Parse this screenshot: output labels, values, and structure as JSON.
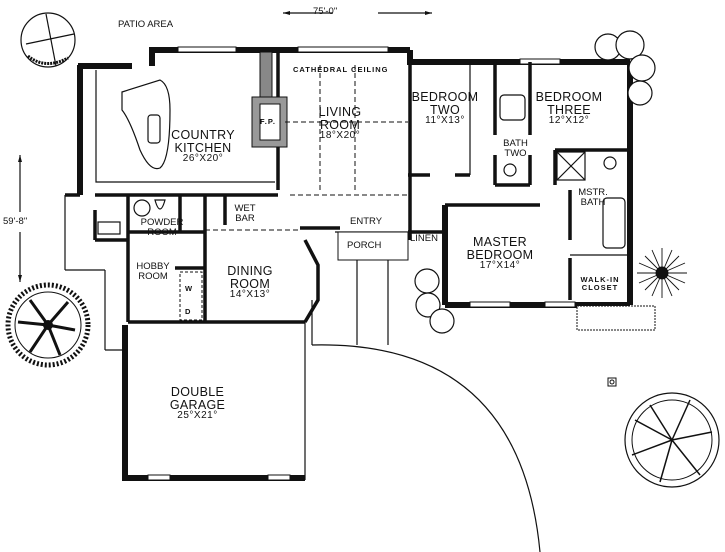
{
  "dimensions": {
    "width_label": "75'-0\"",
    "depth_label": "59'-8\""
  },
  "outdoor": {
    "patio_label": "PATIO AREA"
  },
  "rooms": {
    "country_kitchen": {
      "name_line1": "COUNTRY",
      "name_line2": "KITCHEN",
      "size": "26°X20°"
    },
    "living_room": {
      "name_line1": "LIVING",
      "name_line2": "ROOM",
      "size": "18°X20°",
      "ceiling_note": "CATHEDRAL CEILING",
      "fireplace": "F.P."
    },
    "bedroom_two": {
      "name_line1": "BEDROOM",
      "name_line2": "TWO",
      "size": "11°X13°"
    },
    "bedroom_three": {
      "name_line1": "BEDROOM",
      "name_line2": "THREE",
      "size": "12°X12°"
    },
    "bath_two": {
      "name_line1": "BATH",
      "name_line2": "TWO"
    },
    "master_bath": {
      "name_line1": "MSTR.",
      "name_line2": "BATH"
    },
    "master_bedroom": {
      "name_line1": "MASTER",
      "name_line2": "BEDROOM",
      "size": "17°X14°"
    },
    "walk_in_closet": {
      "name_line1": "WALK-IN",
      "name_line2": "CLOSET"
    },
    "linen": {
      "name": "LINEN"
    },
    "entry": {
      "name": "ENTRY"
    },
    "porch": {
      "name": "PORCH"
    },
    "wet_bar": {
      "name_line1": "WET",
      "name_line2": "BAR"
    },
    "powder_room": {
      "name_line1": "POWDER",
      "name_line2": "ROOM"
    },
    "hobby_room": {
      "name_line1": "HOBBY",
      "name_line2": "ROOM",
      "washer": "W",
      "dryer": "D"
    },
    "dining_room": {
      "name_line1": "DINING",
      "name_line2": "ROOM",
      "size": "14°X13°"
    },
    "double_garage": {
      "name_line1": "DOUBLE",
      "name_line2": "GARAGE",
      "size": "25°X21°"
    }
  }
}
